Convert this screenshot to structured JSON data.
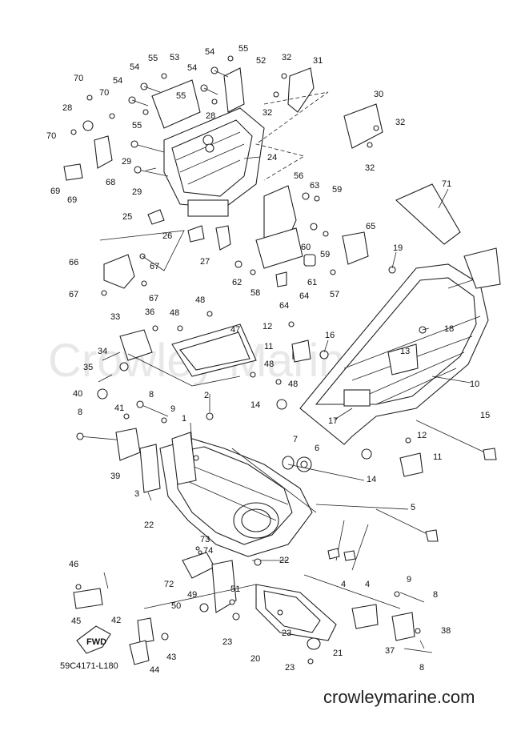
{
  "watermark": "Crowley Marine",
  "diagram_code": "59C4171-L180",
  "site_url": "crowleymarine.com",
  "fwd_label": "FWD",
  "callouts": {
    "c1": "1",
    "c2": "2",
    "c3": "3",
    "c4a": "4",
    "c4b": "4",
    "c5": "5",
    "c6": "6",
    "c7": "7",
    "c8a": "8",
    "c8b": "8",
    "c8c": "8",
    "c8d": "8",
    "c9a": "9",
    "c9b": "9",
    "c11a": "11",
    "c11b": "11",
    "c12a": "12",
    "c12b": "12",
    "c13": "13",
    "c14a": "14",
    "c14b": "14",
    "c15": "15",
    "c16": "16",
    "c17": "17",
    "c18": "18",
    "c19": "19",
    "c20": "20",
    "c21": "21",
    "c22a": "22",
    "c22b": "22",
    "c23a": "23",
    "c23b": "23",
    "c23c": "23",
    "c24": "24",
    "c25": "25",
    "c26": "26",
    "c27": "27",
    "c28a": "28",
    "c28b": "28",
    "c29a": "29",
    "c29b": "29",
    "c30": "30",
    "c31": "31",
    "c32a": "32",
    "c32b": "32",
    "c32c": "32",
    "c32d": "32",
    "c33": "33",
    "c34": "34",
    "c35": "35",
    "c36": "36",
    "c37": "37",
    "c38": "38",
    "c39": "39",
    "c40": "40",
    "c41": "41",
    "c42": "42",
    "c43": "43",
    "c44": "44",
    "c45": "45",
    "c46": "46",
    "c47": "47",
    "c48a": "48",
    "c48b": "48",
    "c48c": "48",
    "c48d": "48",
    "c49": "49",
    "c50": "50",
    "c51": "51",
    "c52": "52",
    "c53": "53",
    "c54a": "54",
    "c54b": "54",
    "c54c": "54",
    "c54d": "54",
    "c55a": "55",
    "c55b": "55",
    "c55c": "55",
    "c55d": "55",
    "c56": "56",
    "c57": "57",
    "c58": "58",
    "c59a": "59",
    "c59b": "59",
    "c60": "60",
    "c61": "61",
    "c62": "62",
    "c63": "63",
    "c64a": "64",
    "c64b": "64",
    "c65": "65",
    "c66": "66",
    "c67a": "67",
    "c67b": "67",
    "c67c": "67",
    "c68": "68",
    "c69a": "69",
    "c69b": "69",
    "c70a": "70",
    "c70b": "70",
    "c70c": "70",
    "c71": "71",
    "c72": "72",
    "c73": "73",
    "c74": "74"
  }
}
